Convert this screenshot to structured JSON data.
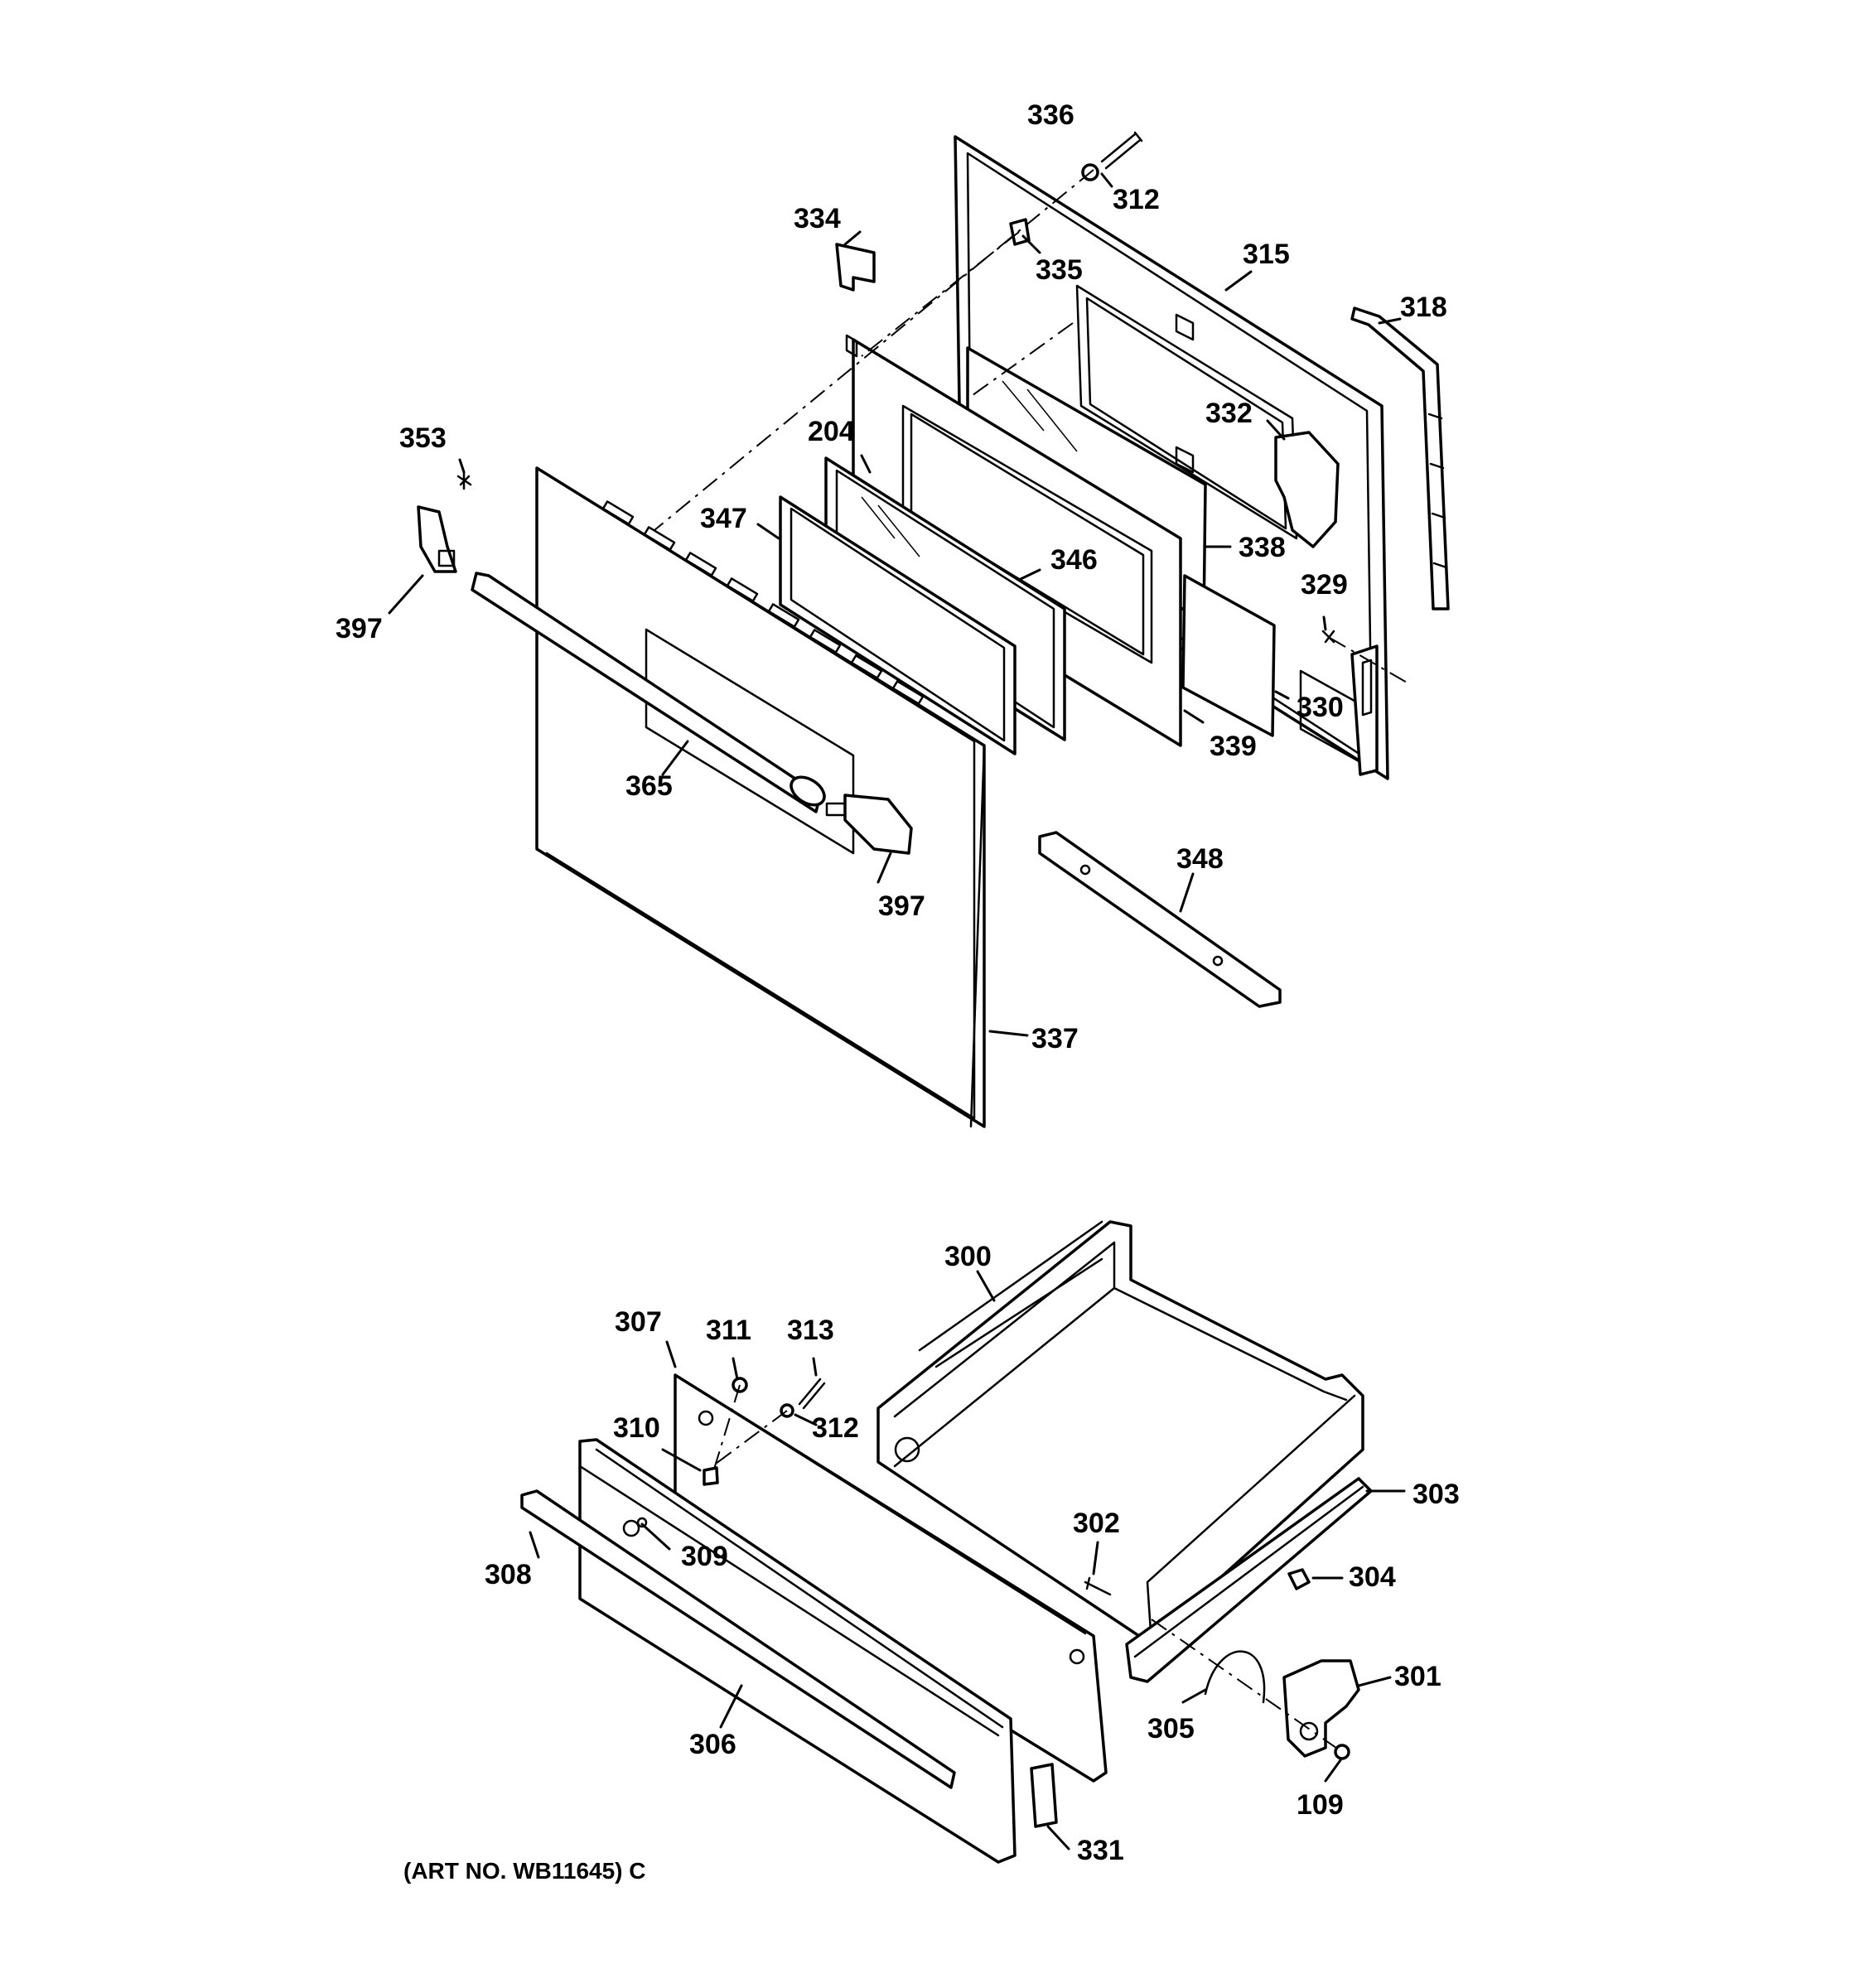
{
  "art_number": "(ART NO. WB11645) C",
  "callouts": [
    {
      "label": "336"
    },
    {
      "label": "312"
    },
    {
      "label": "334"
    },
    {
      "label": "335"
    },
    {
      "label": "315"
    },
    {
      "label": "318"
    },
    {
      "label": "353"
    },
    {
      "label": "204"
    },
    {
      "label": "332"
    },
    {
      "label": "347"
    },
    {
      "label": "346"
    },
    {
      "label": "338"
    },
    {
      "label": "397"
    },
    {
      "label": "329"
    },
    {
      "label": "330"
    },
    {
      "label": "339"
    },
    {
      "label": "365"
    },
    {
      "label": "348"
    },
    {
      "label": "397"
    },
    {
      "label": "337"
    },
    {
      "label": "300"
    },
    {
      "label": "307"
    },
    {
      "label": "311"
    },
    {
      "label": "313"
    },
    {
      "label": "310"
    },
    {
      "label": "312"
    },
    {
      "label": "303"
    },
    {
      "label": "302"
    },
    {
      "label": "309"
    },
    {
      "label": "308"
    },
    {
      "label": "304"
    },
    {
      "label": "301"
    },
    {
      "label": "305"
    },
    {
      "label": "306"
    },
    {
      "label": "109"
    },
    {
      "label": "331"
    }
  ]
}
